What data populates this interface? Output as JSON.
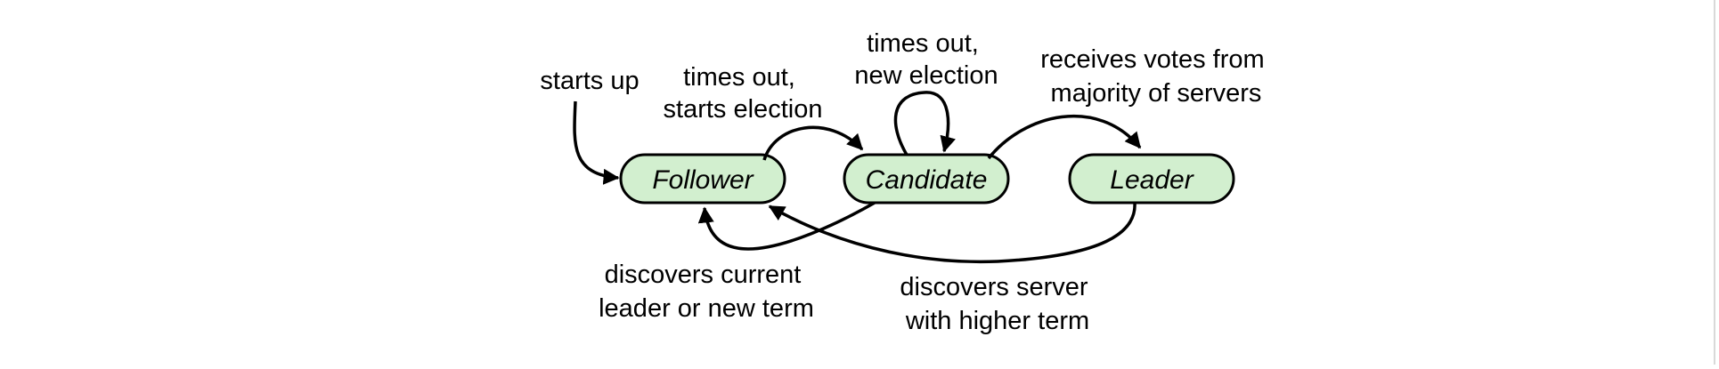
{
  "colors": {
    "state_fill": "#d2efcf",
    "stroke": "#000000",
    "background": "#ffffff"
  },
  "states": {
    "follower": "Follower",
    "candidate": "Candidate",
    "leader": "Leader"
  },
  "transitions": {
    "starts_up": [
      "starts up"
    ],
    "times_out_starts_election": [
      "times out,",
      "starts election"
    ],
    "times_out_new_election": [
      "times out,",
      "new election"
    ],
    "receives_votes": [
      "receives votes from",
      "majority of servers"
    ],
    "discovers_current_leader": [
      "discovers current",
      "leader or new term"
    ],
    "discovers_higher_term": [
      "discovers server",
      "with higher term"
    ]
  }
}
